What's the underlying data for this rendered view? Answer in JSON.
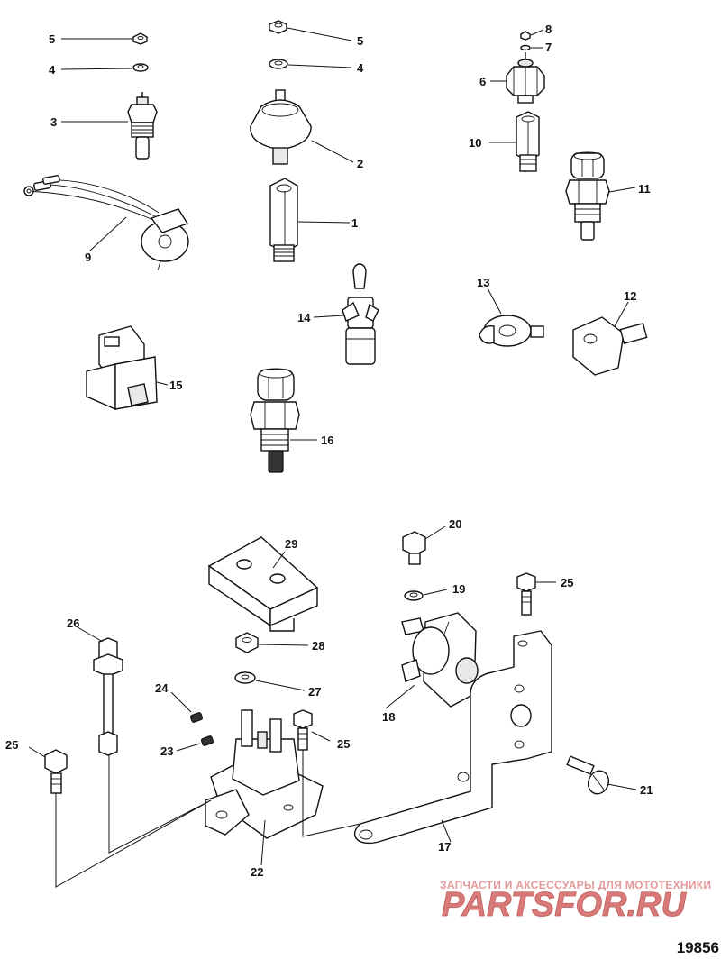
{
  "figure_number": "19856",
  "watermark": {
    "tagline": "ЗАПЧАСТИ И АКСЕССУАРЫ ДЛЯ МОТОТЕХНИКИ",
    "logo": "PARTSFOR.RU",
    "color": "#d97a7a"
  },
  "callouts": {
    "c1": "1",
    "c2": "2",
    "c3": "3",
    "c4a": "4",
    "c4b": "4",
    "c5a": "5",
    "c5b": "5",
    "c6": "6",
    "c7": "7",
    "c8": "8",
    "c9": "9",
    "c10": "10",
    "c11": "11",
    "c12": "12",
    "c13": "13",
    "c14": "14",
    "c15": "15",
    "c16": "16",
    "c17": "17",
    "c18": "18",
    "c19": "19",
    "c20": "20",
    "c21": "21",
    "c22": "22",
    "c23": "23",
    "c24": "24",
    "c25a": "25",
    "c25b": "25",
    "c25c": "25",
    "c26": "26",
    "c27": "27",
    "c28": "28",
    "c29": "29"
  }
}
